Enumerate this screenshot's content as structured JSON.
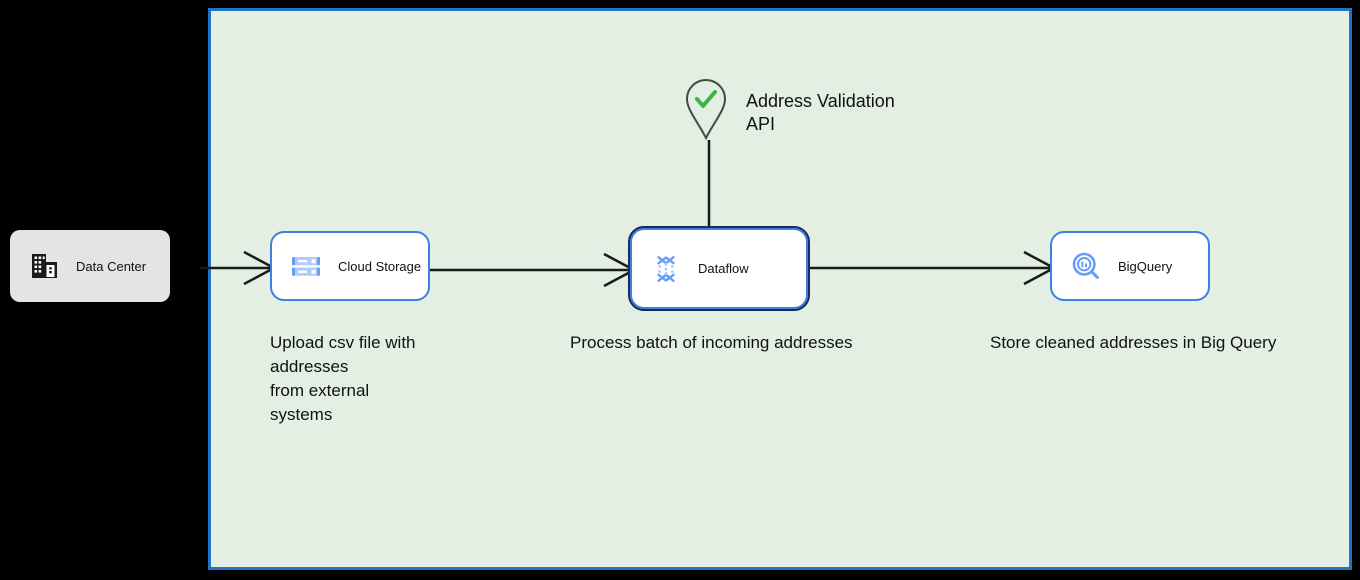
{
  "canvas": {
    "background_color": "#e2efe2",
    "border_color": "#1f75c4",
    "page_background": "#000000"
  },
  "nodes": [
    {
      "id": "data-center",
      "label": "Data Center",
      "icon": "building-icon",
      "style": "on-premise",
      "fill_color": "#e4e4e4",
      "selected": false
    },
    {
      "id": "cloud-storage",
      "label": "Cloud Storage",
      "icon": "cloud-storage-icon",
      "style": "gcp-service",
      "fill_color": "#ffffff",
      "border_color": "#3b82e0",
      "selected": false
    },
    {
      "id": "dataflow",
      "label": "Dataflow",
      "icon": "dataflow-icon",
      "style": "gcp-service",
      "fill_color": "#ffffff",
      "border_color": "#3b82e0",
      "selected": true
    },
    {
      "id": "bigquery",
      "label": "BigQuery",
      "icon": "bigquery-icon",
      "style": "gcp-service",
      "fill_color": "#ffffff",
      "border_color": "#3b82e0",
      "selected": false
    },
    {
      "id": "address-validation-api",
      "label": "Address Validation API",
      "label_line1": "Address Validation",
      "label_line2": "API",
      "icon": "map-pin-check-icon",
      "icon_outline_color": "#3f4a41",
      "icon_check_color": "#3cb44a",
      "style": "external-api",
      "selected": false
    }
  ],
  "captions": [
    {
      "id": "caption-upload",
      "text": "Upload csv file with addresses\nfrom external\nsystems",
      "for_node": "cloud-storage"
    },
    {
      "id": "caption-process",
      "text": "Process batch of incoming addresses",
      "for_node": "dataflow"
    },
    {
      "id": "caption-store",
      "text": "Store cleaned addresses in Big Query",
      "for_node": "bigquery"
    }
  ],
  "edges": [
    {
      "id": "edge-dc-to-storage",
      "from": "data-center",
      "to": "cloud-storage",
      "arrowhead": "open",
      "direction": "right"
    },
    {
      "id": "edge-storage-to-dataflow",
      "from": "cloud-storage",
      "to": "dataflow",
      "arrowhead": "open",
      "direction": "right"
    },
    {
      "id": "edge-dataflow-to-bigquery",
      "from": "dataflow",
      "to": "bigquery",
      "arrowhead": "open",
      "direction": "right"
    },
    {
      "id": "edge-api-to-dataflow",
      "from": "address-validation-api",
      "to": "dataflow",
      "arrowhead": "none",
      "direction": "down"
    }
  ]
}
